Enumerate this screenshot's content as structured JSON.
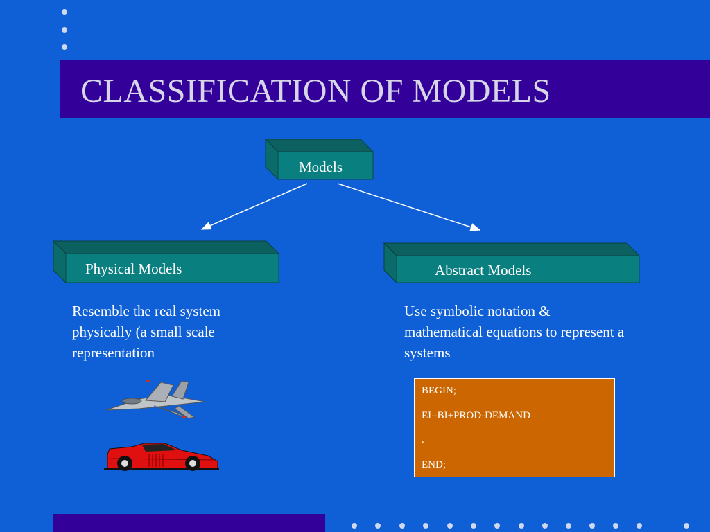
{
  "slide": {
    "title": "CLASSIFICATION OF MODELS",
    "colors": {
      "background": "#0f5fd6",
      "band": "#330099",
      "box_front": "#0a7f7f",
      "box_top": "#0d6060",
      "code_box": "#cc6600",
      "dots": "#cfd8ee"
    }
  },
  "diagram": {
    "root": {
      "label": "Models"
    },
    "physical": {
      "label": "Physical Models",
      "description": [
        "Resemble the real system",
        "physically (a small scale",
        "representation"
      ],
      "images": [
        "jet-aircraft-icon",
        "sports-car-icon"
      ]
    },
    "abstract": {
      "label": "Abstract Models",
      "description": [
        "Use symbolic notation &",
        "mathematical equations to represent a",
        "systems"
      ],
      "code": [
        "BEGIN;",
        "EI=BI+PROD-DEMAND",
        ".",
        "END;"
      ]
    }
  }
}
